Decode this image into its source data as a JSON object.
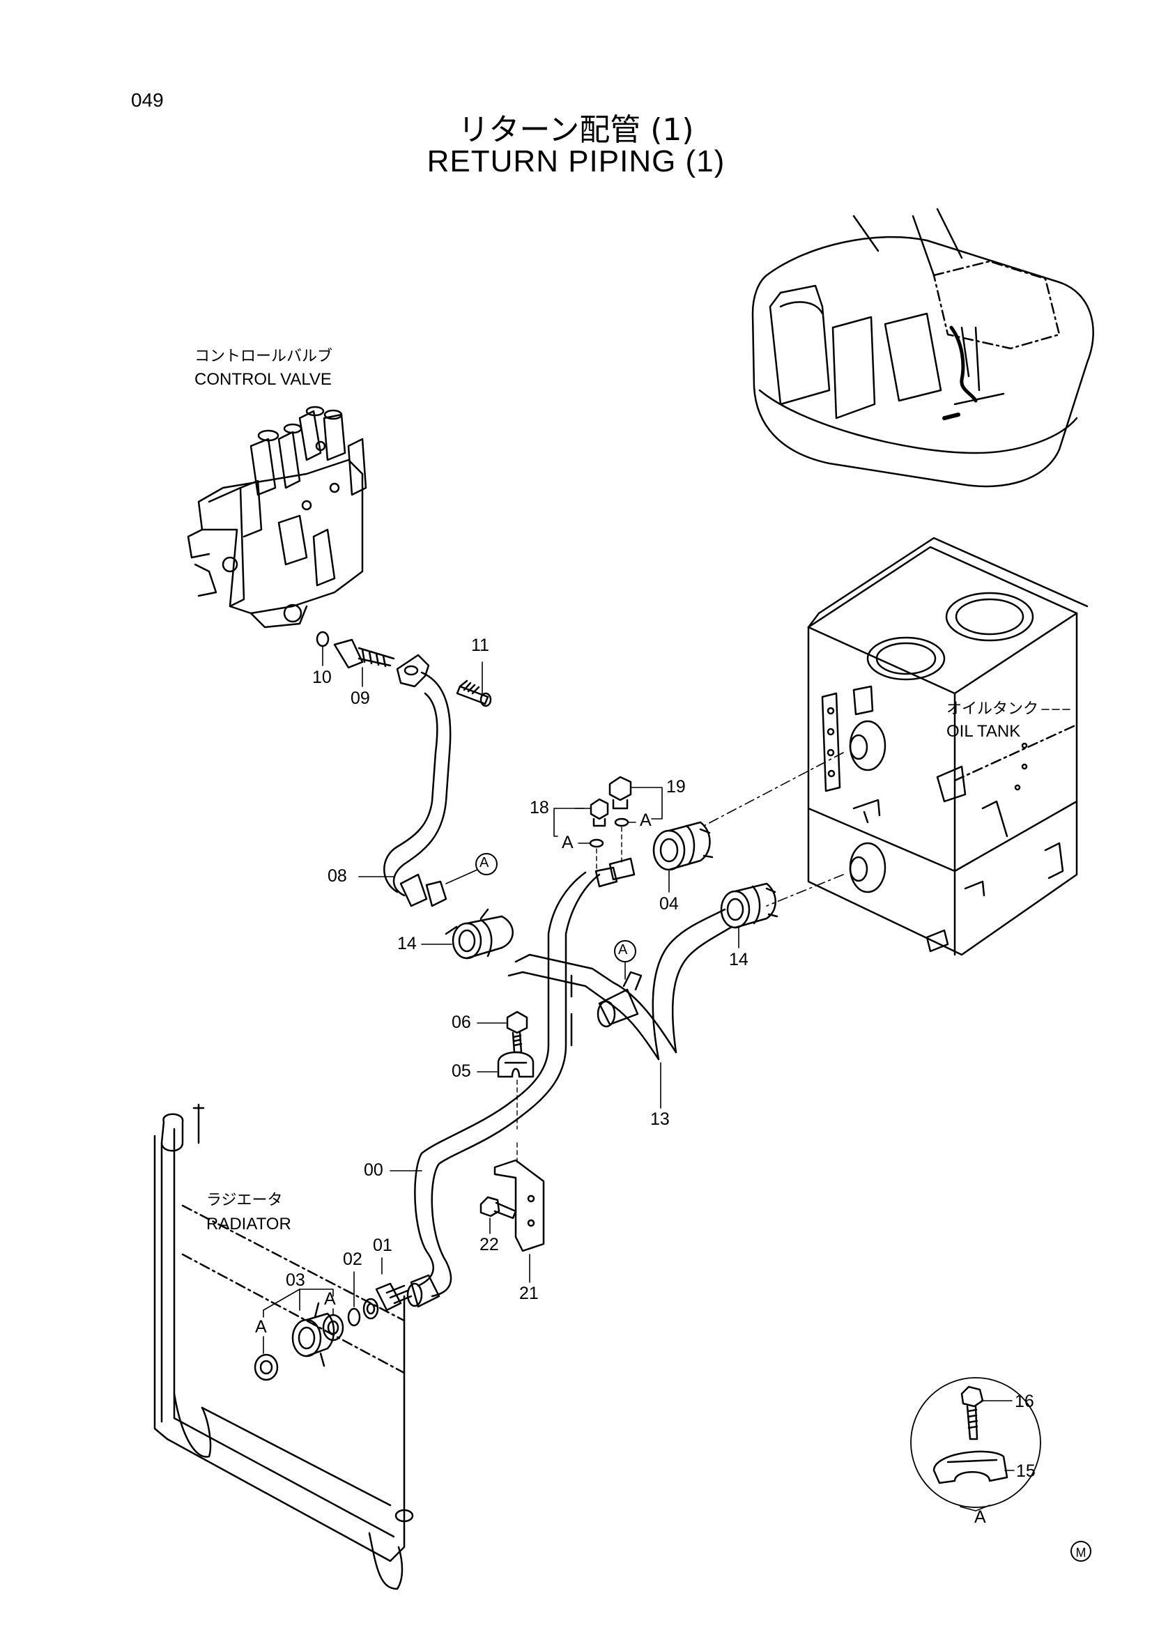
{
  "page": {
    "number": "049",
    "title_jp": "リターン配管 (1)",
    "title_en": "RETURN PIPING (1)",
    "corner_mark": "M"
  },
  "components": {
    "control_valve": {
      "jp": "コントロールバルブ",
      "en": "CONTROL VALVE"
    },
    "oil_tank": {
      "jp": "オイルタンク",
      "en": "OIL TANK"
    },
    "radiator": {
      "jp": "ラジエータ",
      "en": "RADIATOR"
    }
  },
  "parts": {
    "p00": "00",
    "p01": "01",
    "p02": "02",
    "p03": "03",
    "p04": "04",
    "p05": "05",
    "p06": "06",
    "p08": "08",
    "p09": "09",
    "p10": "10",
    "p11": "11",
    "p13": "13",
    "p14a": "14",
    "p14b": "14",
    "p15": "15",
    "p16": "16",
    "p18": "18",
    "p19": "19",
    "p21": "21",
    "p22": "22"
  },
  "refs": {
    "clamp_ref": "A",
    "detail_label": "A"
  }
}
